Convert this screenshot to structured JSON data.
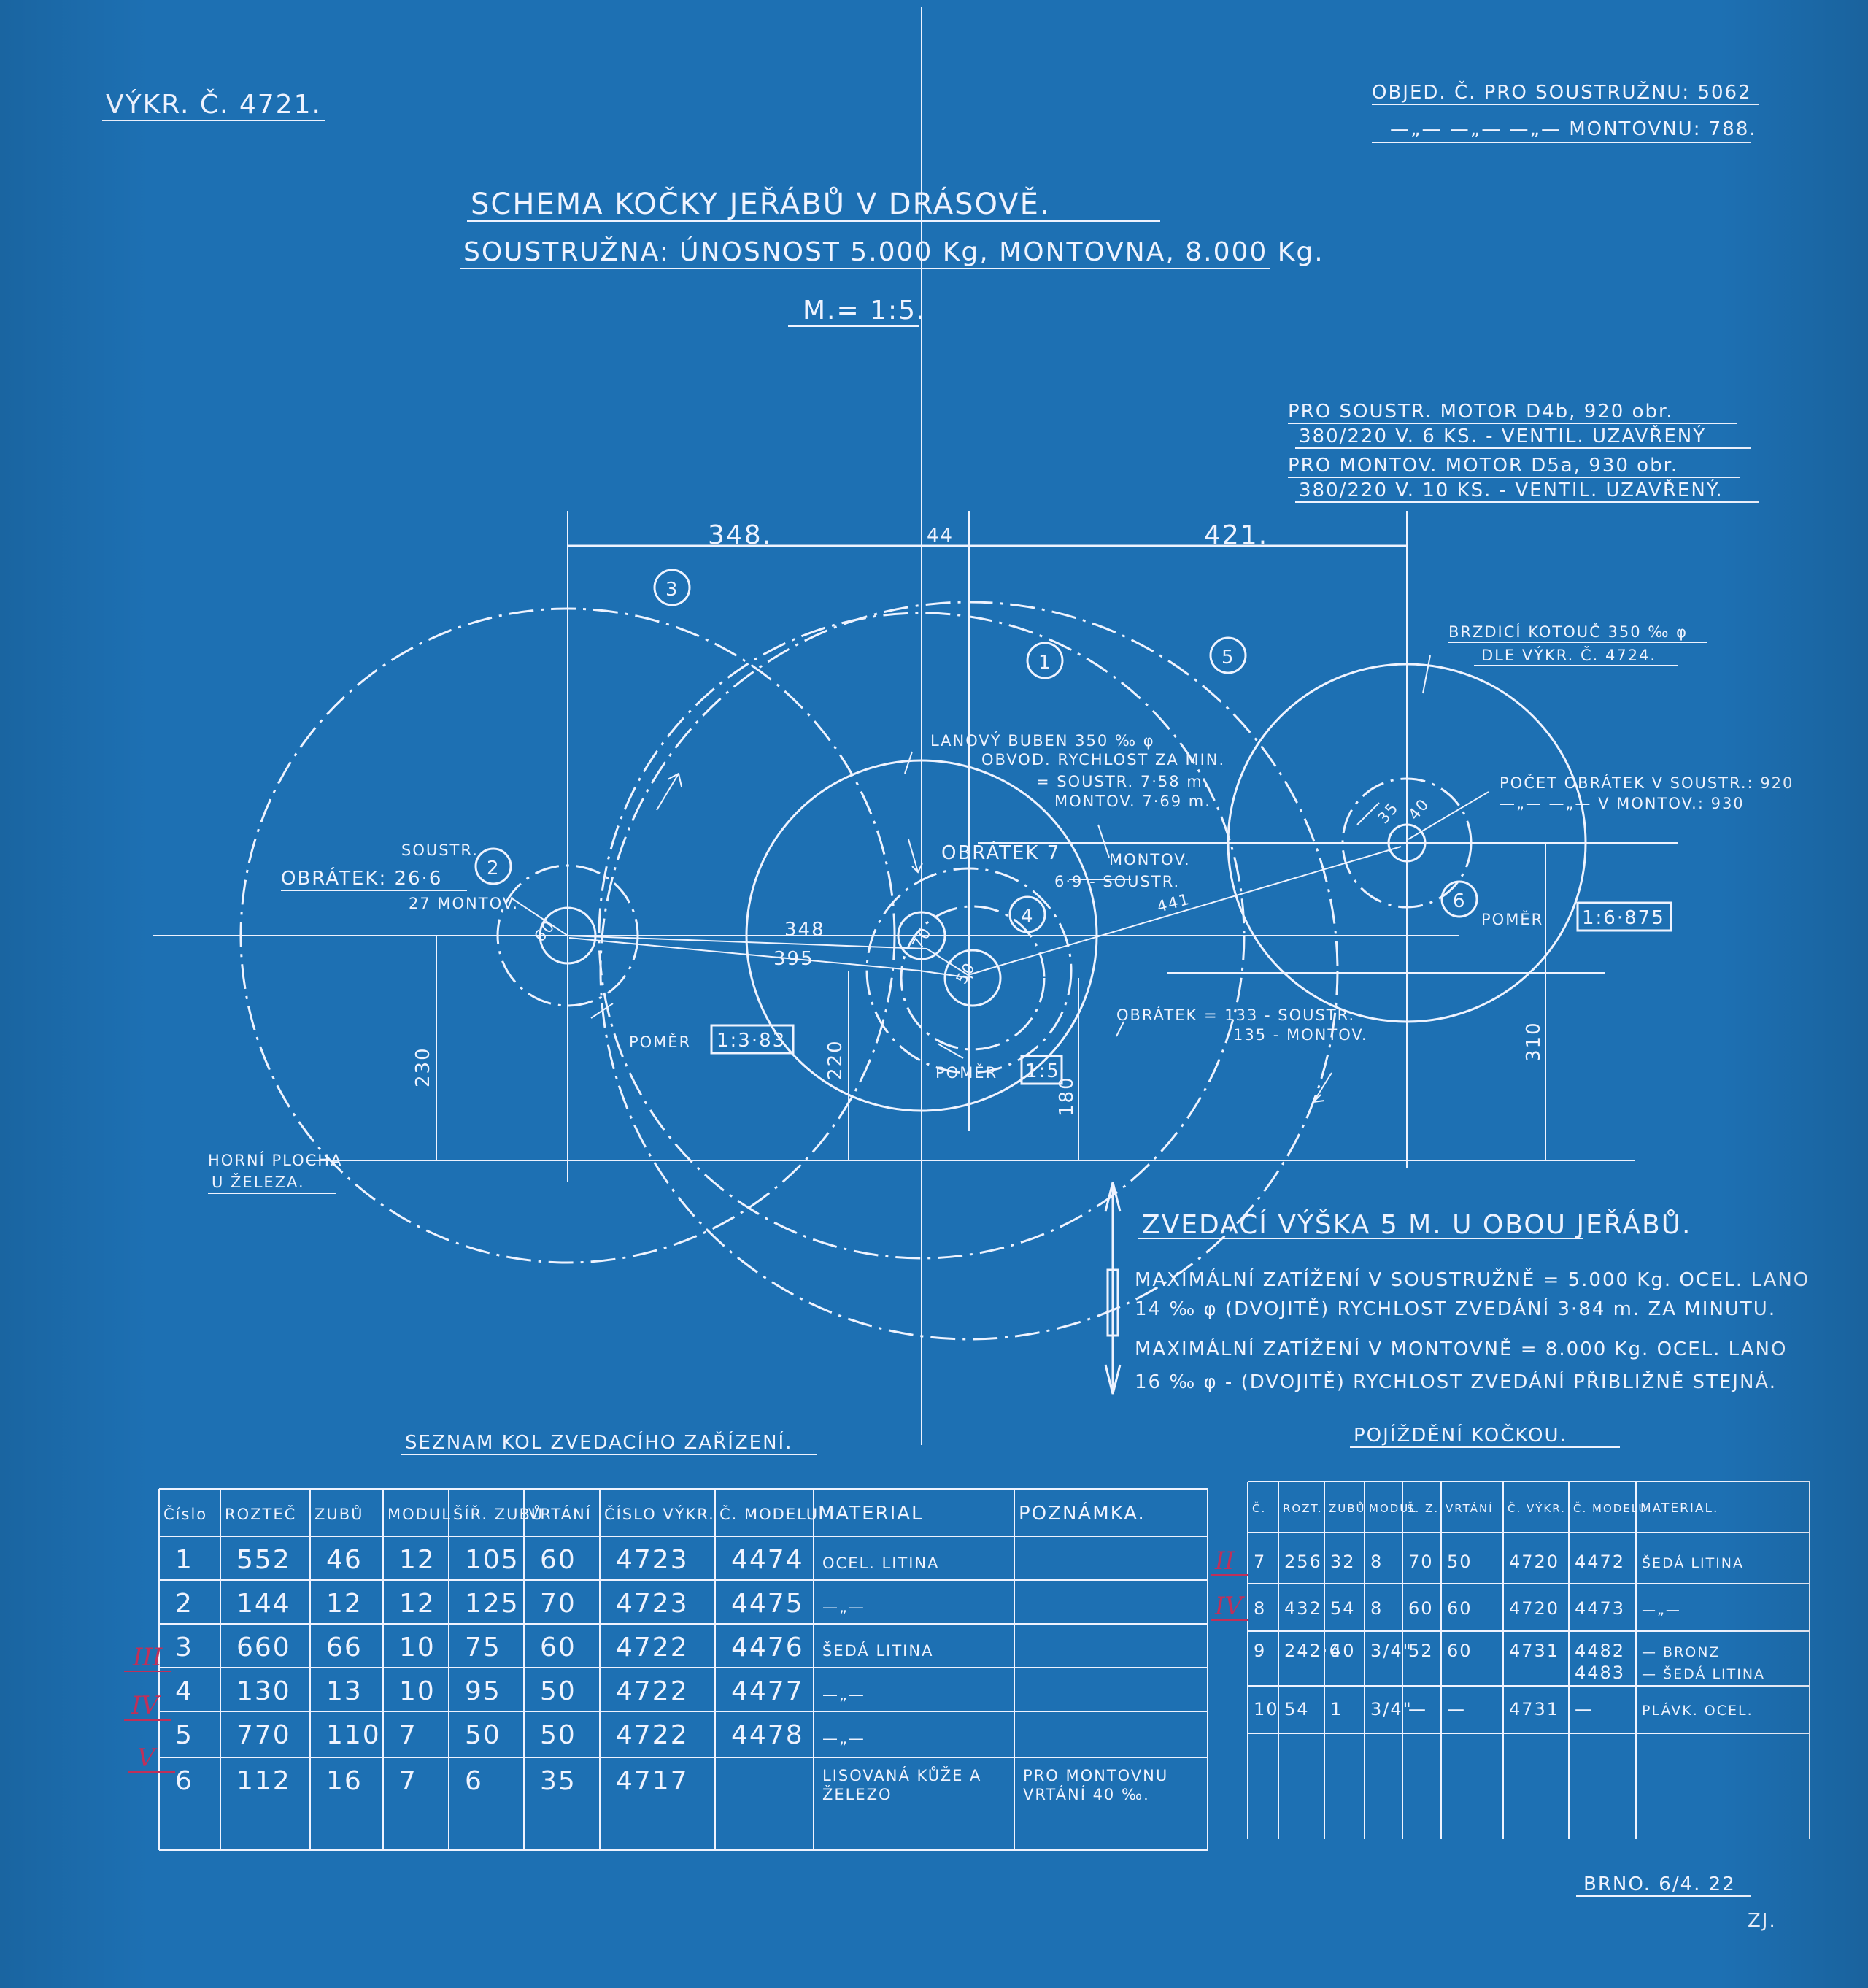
{
  "header": {
    "drawing_no": "VÝKR. Č. 4721.",
    "order_line1": "OBJED. Č. PRO SOUSTRUŽNU: 5062",
    "order_line2": "—„— —„— —„— MONTOVNU: 788."
  },
  "title": {
    "main": "SCHEMA KOČKY JEŘÁBŮ V DRÁSOVĚ.",
    "sub": "SOUSTRUŽNA: ÚNOSNOST 5.000 Kg, MONTOVNA, 8.000 Kg.",
    "scale": "M.= 1:5."
  },
  "motors": [
    "PRO SOUSTR. MOTOR D4b, 920 obr.",
    "380/220 V. 6 KS. - VENTIL. UZAVŘENÝ",
    "PRO MONTOV. MOTOR D5a, 930 obr.",
    "380/220 V. 10 KS. - VENTIL. UZAVŘENÝ."
  ],
  "diagram": {
    "dim_top_left": "348.",
    "dim_top_mid": "44",
    "dim_top_right": "421.",
    "circle_numbers": [
      "3",
      "1",
      "5",
      "2",
      "4",
      "6"
    ],
    "brake": [
      "BRZDICÍ KOTOUČ 350 ‰ φ",
      "DLE VÝKR. Č. 4724."
    ],
    "drum": [
      "LANOVÝ BUBEN 350 ‰ φ",
      "OBVOD. RYCHLOST ZA MIN.",
      "= SOUSTR. 7·58 m.",
      "MONTOV. 7·69 m."
    ],
    "rpm_motor": [
      "POČET OBRÁTEK V SOUSTR.: 920",
      "—„— —„— V MONTOV.: 930"
    ],
    "rpm_left": [
      "SOUSTR.",
      "OBRÁTEK: 26·6",
      "27 MONTOV."
    ],
    "rpm_mid": [
      "OBRÁTEK 7",
      "MONTOV.",
      "6·9 - SOUSTR."
    ],
    "rpm_right": [
      "OBRÁTEK = 133 - SOUSTR.",
      "135 - MONTOV."
    ],
    "ratio_left": "POMĚR",
    "ratio_left_val": "1:3·83",
    "ratio_mid": "POMĚR",
    "ratio_mid_val": "1:5",
    "ratio_right": "POMĚR",
    "ratio_right_val": "1:6·875",
    "dims": [
      "348",
      "395",
      "230",
      "220",
      "180",
      "310",
      "441"
    ],
    "teeth": [
      "60",
      "70",
      "50",
      "35",
      "40"
    ],
    "top_surface": [
      "HORNÍ PLOCHA",
      "U ŽELEZA."
    ]
  },
  "lift": [
    "ZVEDACÍ VÝŠKA 5 M. U OBOU JEŘÁBŮ.",
    "MAXIMÁLNÍ ZATÍŽENÍ V SOUSTRUŽNĚ = 5.000 Kg. OCEL. LANO",
    "14 ‰ φ (DVOJITĚ) RYCHLOST ZVEDÁNÍ 3·84 m. ZA MINUTU.",
    "MAXIMÁLNÍ ZATÍŽENÍ V MONTOVNĚ = 8.000 Kg. OCEL. LANO",
    "16 ‰ φ - (DVOJITĚ) RYCHLOST ZVEDÁNÍ PŘIBLIŽNĚ STEJNÁ."
  ],
  "table_left": {
    "title": "SEZNAM KOL ZVEDACÍHO ZAŘÍZENÍ.",
    "headers": [
      "Číslo",
      "ROZTEČ",
      "ZUBŮ",
      "MODUL",
      "ŠÍŘ. ZUBŮ",
      "VRTÁNÍ",
      "ČÍSLO VÝKR.",
      "Č. MODELU",
      "MATERIAL",
      "POZNÁMKA."
    ],
    "rows": [
      [
        "1",
        "552",
        "46",
        "12",
        "105",
        "60",
        "4723",
        "4474",
        "OCEL. LITINA",
        ""
      ],
      [
        "2",
        "144",
        "12",
        "12",
        "125",
        "70",
        "4723",
        "4475",
        "—„—",
        ""
      ],
      [
        "3",
        "660",
        "66",
        "10",
        "75",
        "60",
        "4722",
        "4476",
        "ŠEDÁ LITINA",
        ""
      ],
      [
        "4",
        "130",
        "13",
        "10",
        "95",
        "50",
        "4722",
        "4477",
        "—„—",
        ""
      ],
      [
        "5",
        "770",
        "110",
        "7",
        "50",
        "50",
        "4722",
        "4478",
        "—„—",
        ""
      ],
      [
        "6",
        "112",
        "16",
        "7",
        "6",
        "35",
        "4717",
        "",
        "LISOVANÁ KŮŽE A",
        "PRO MONTOVNU"
      ],
      [
        "",
        "",
        "",
        "",
        "",
        "",
        "",
        "",
        "ŽELEZO",
        "VRTÁNÍ 40 ‰."
      ]
    ]
  },
  "table_right": {
    "title": "POJÍŽDĚNÍ KOČKOU.",
    "headers": [
      "Č.",
      "ROZT.",
      "ZUBŮ",
      "MODUL",
      "Š. Z.",
      "VRTÁNÍ",
      "Č. VÝKR.",
      "Č. MODELU",
      "MATERIAL."
    ],
    "rows": [
      [
        "7",
        "256",
        "32",
        "8",
        "70",
        "50",
        "4720",
        "4472",
        "ŠEDÁ LITINA"
      ],
      [
        "8",
        "432",
        "54",
        "8",
        "60",
        "60",
        "4720",
        "4473",
        "—„—"
      ],
      [
        "9",
        "242·6",
        "40",
        "3/4\"",
        "52",
        "60",
        "4731",
        "4482",
        "— BRONZ"
      ],
      [
        "",
        "",
        "",
        "",
        "",
        "",
        "",
        "4483",
        "— ŠEDÁ LITINA"
      ],
      [
        "10",
        "54",
        "1",
        "3/4\"",
        "—",
        "—",
        "4731",
        "—",
        "PLÁVK. OCEL."
      ]
    ]
  },
  "red_marks": [
    "III",
    "IV",
    "V",
    "II",
    "IV"
  ],
  "footer": {
    "place_date": "BRNO. 6/4. 22",
    "initials": "ZJ."
  }
}
